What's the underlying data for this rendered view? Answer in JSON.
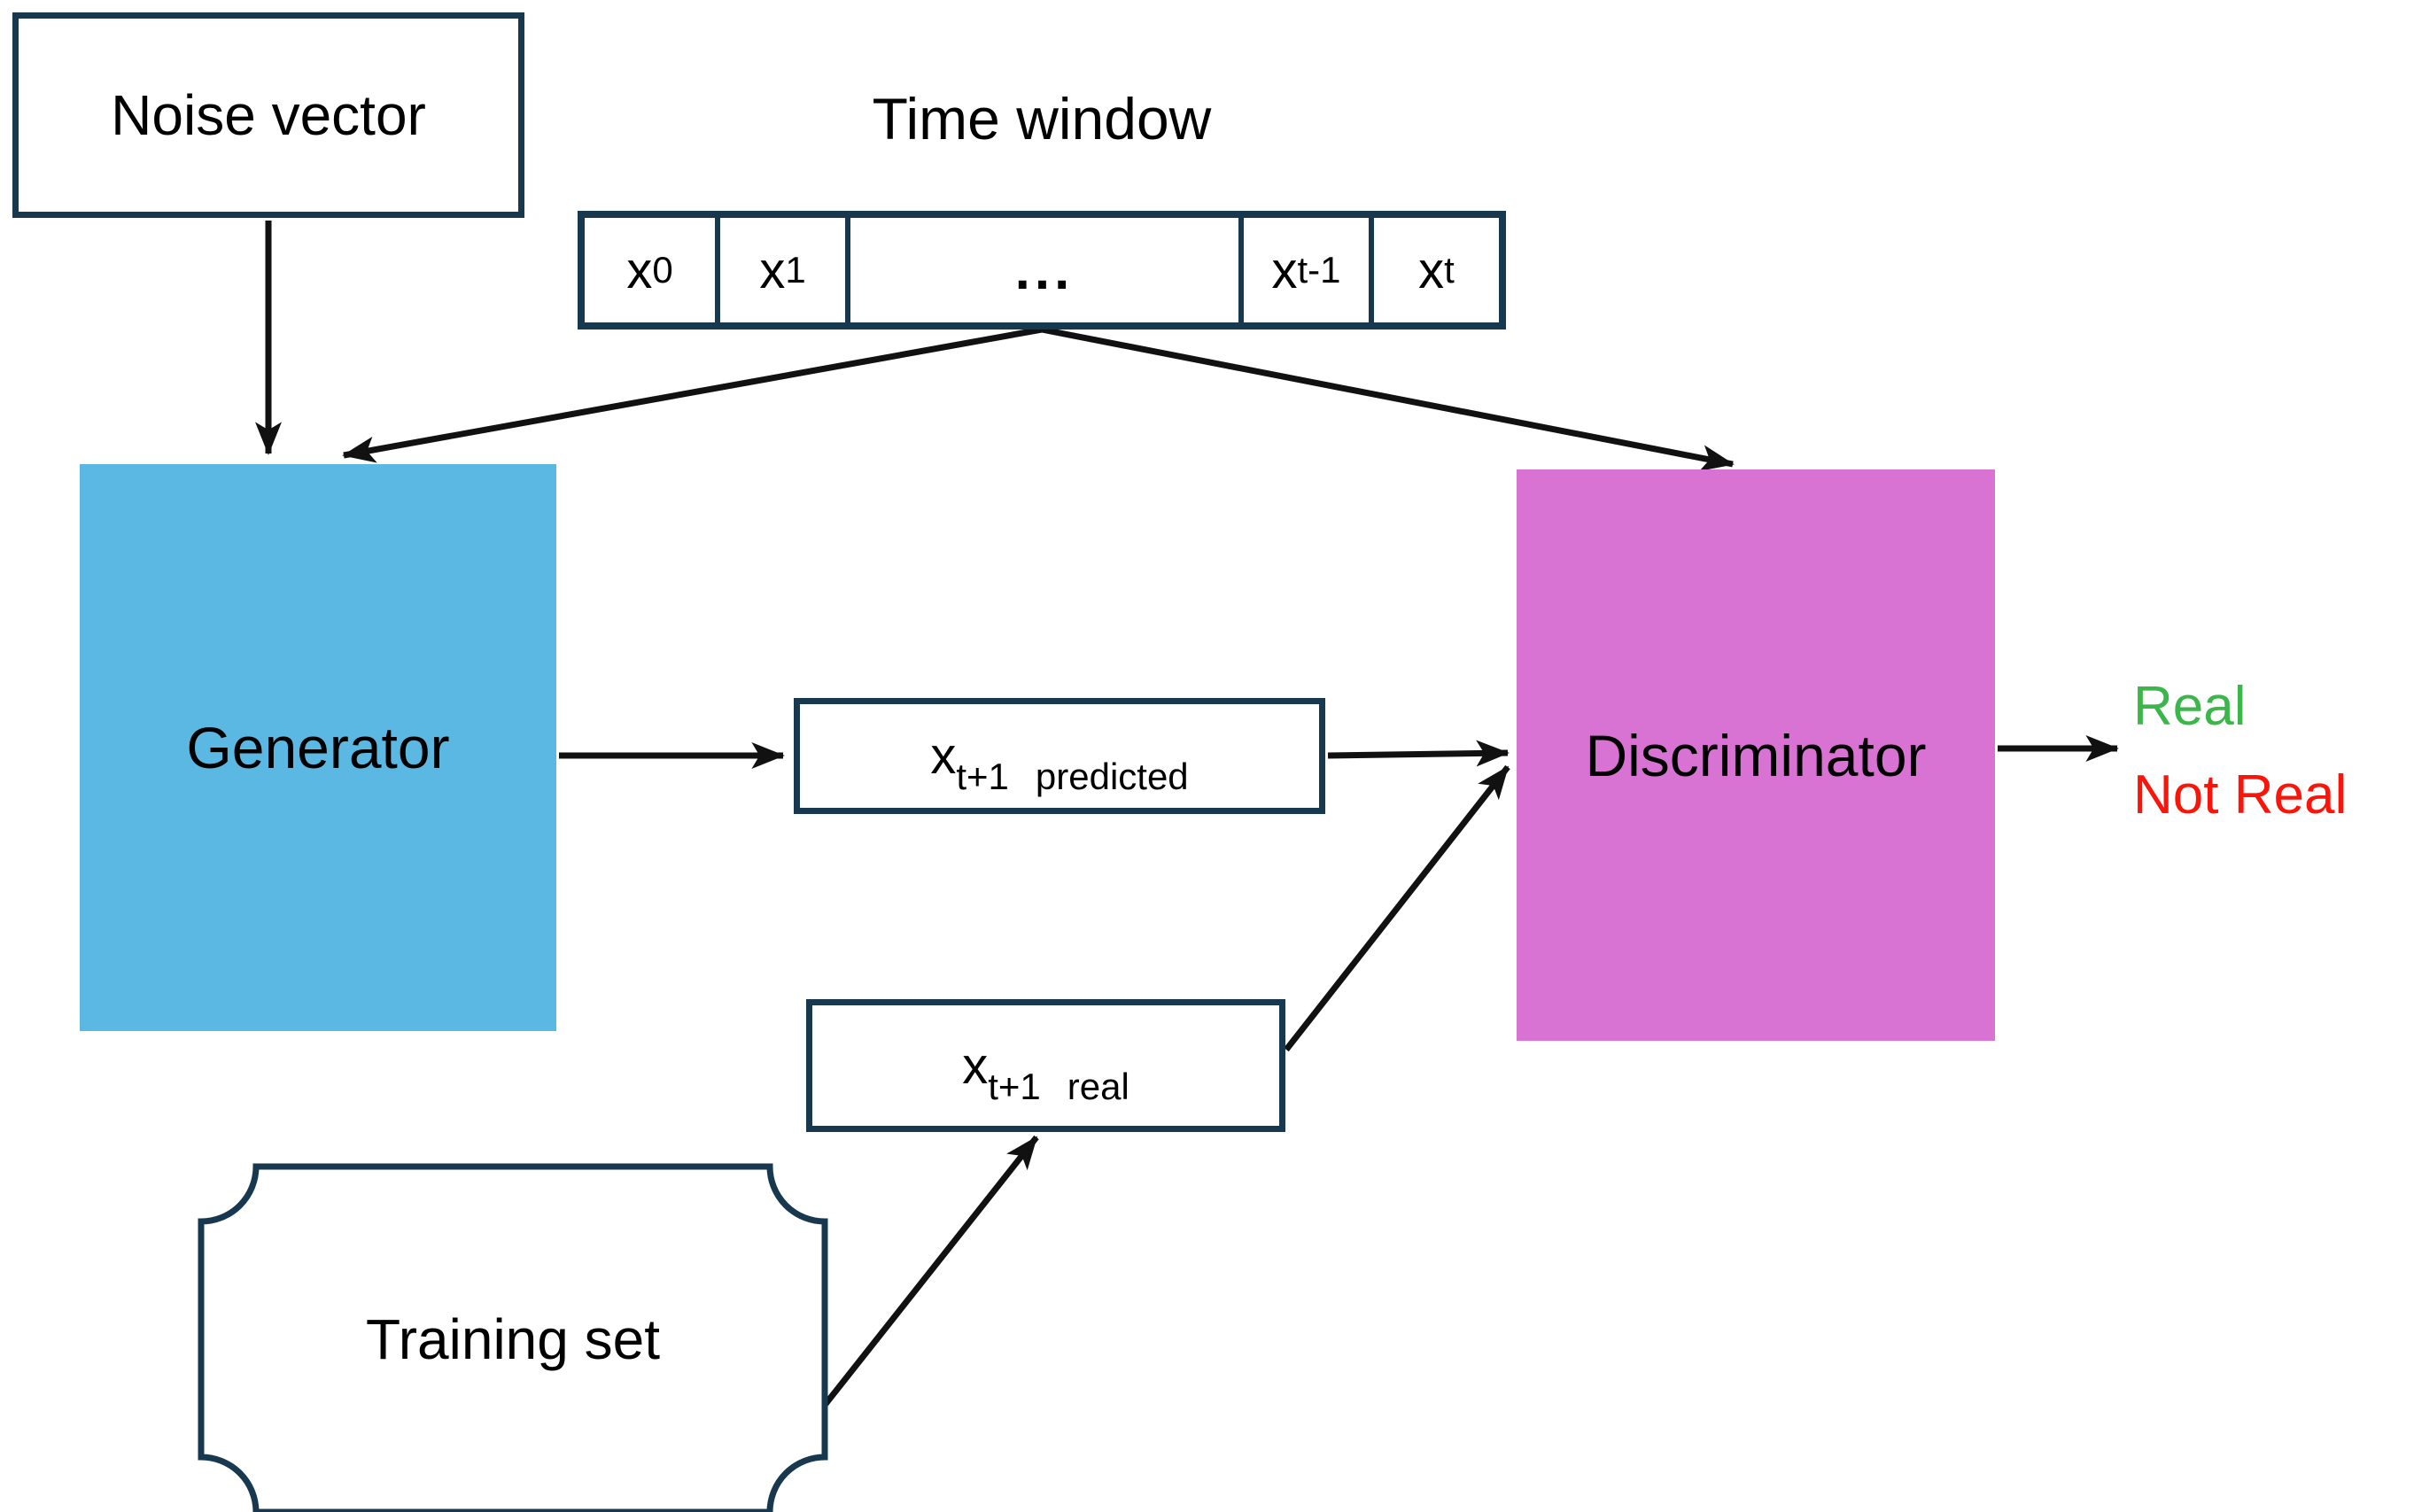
{
  "colors": {
    "border": "#17384E",
    "generator_fill": "#5BB8E2",
    "discriminator_fill": "#D873D3",
    "real_green": "#3CB54A",
    "not_real_red": "#FA150A",
    "arrow": "#111111"
  },
  "nodes": {
    "noise_vector": {
      "label": "Noise vector"
    },
    "time_window": {
      "title": "Time window",
      "cells": [
        {
          "base": "x",
          "sub": "0"
        },
        {
          "base": "x",
          "sub": "1"
        },
        {
          "ellipsis": "..."
        },
        {
          "base": "x",
          "sub": "t-1"
        },
        {
          "base": "x",
          "sub": "t"
        }
      ]
    },
    "generator": {
      "label": "Generator"
    },
    "discriminator": {
      "label": "Discriminator"
    },
    "predicted_sample": {
      "base": "x",
      "sub": "t+1",
      "tag": "predicted"
    },
    "real_sample": {
      "base": "x",
      "sub": "t+1",
      "tag": "real"
    },
    "training_set": {
      "label": "Training set"
    },
    "output": {
      "real": "Real",
      "not_real": "Not Real"
    }
  }
}
